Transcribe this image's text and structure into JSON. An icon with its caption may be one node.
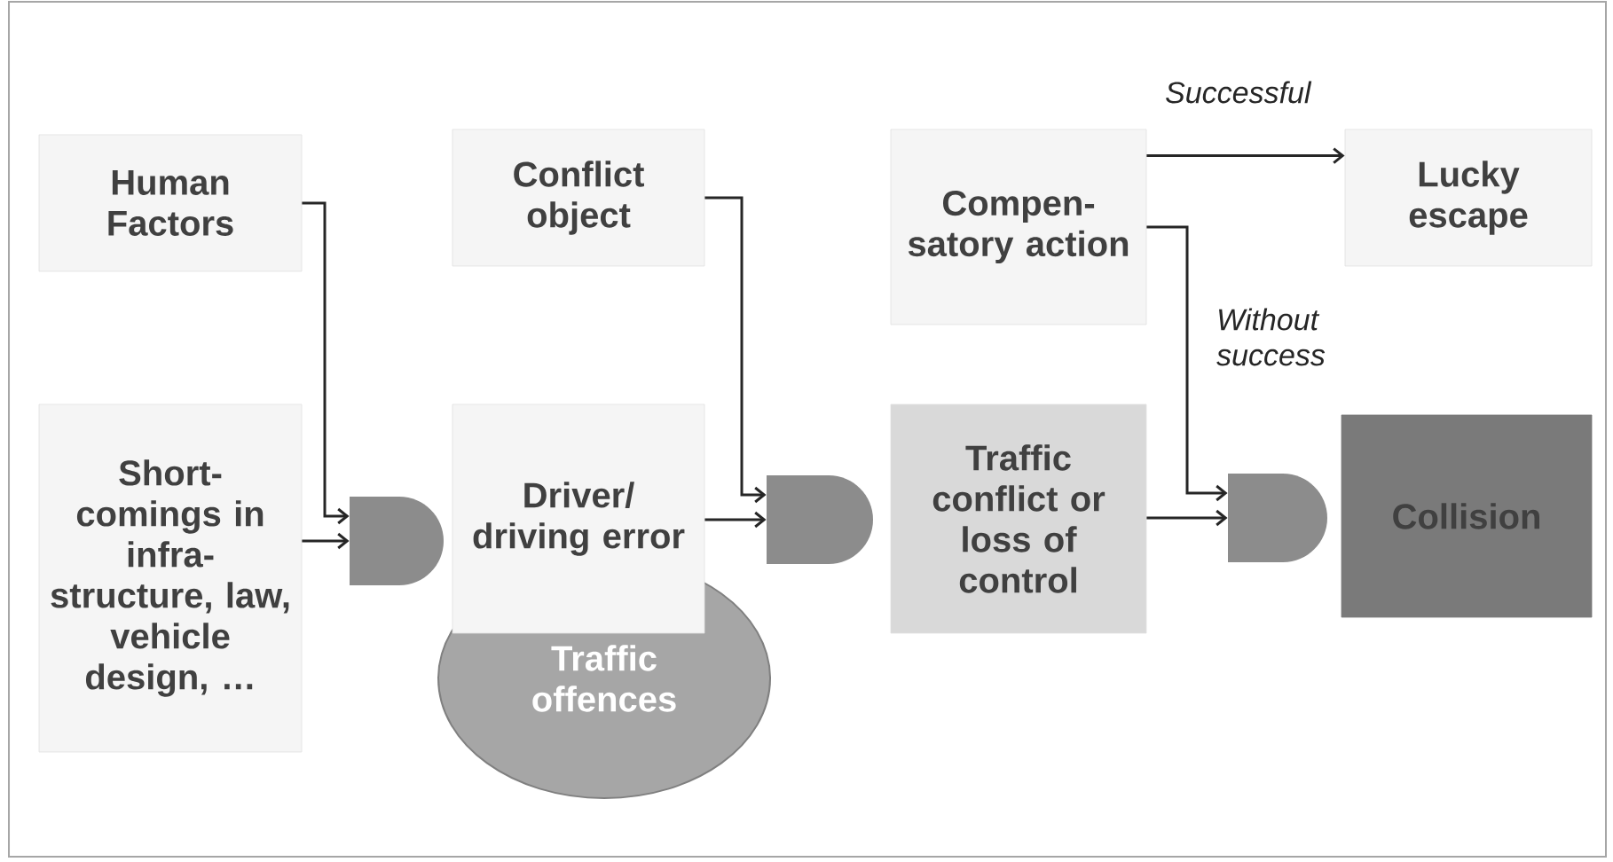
{
  "diagram": {
    "nodes": [
      {
        "text": [
          "Human Factors"
        ]
      },
      {
        "text": [
          "Conflict object"
        ]
      },
      {
        "text": [
          "Compen- satory action"
        ]
      },
      {
        "text": [
          "Lucky escape"
        ]
      },
      {
        "text": [
          "Short- comings in infra- structure, law, vehicle design, …"
        ]
      },
      {
        "text": [],
        "shape": "gate"
      },
      {
        "text": [
          "Driver/ driving error"
        ]
      },
      {
        "text": [
          "Traffic offences"
        ]
      },
      {
        "text": [],
        "shape": "gate"
      },
      {
        "text": [
          "Traffic conflict or loss of control"
        ]
      },
      {
        "text": [],
        "shape": "gate"
      },
      {
        "text": [
          "Collision"
        ]
      }
    ],
    "edges": [
      {
        "from": 0,
        "to": 5,
        "arrow": "to"
      },
      {
        "from": 4,
        "to": 5,
        "arrow": "to"
      },
      {
        "from": 1,
        "to": 8,
        "arrow": "to"
      },
      {
        "from": 6,
        "to": 8,
        "arrow": "to"
      },
      {
        "from": 2,
        "to": 3,
        "arrow": "to",
        "label": "Successful"
      },
      {
        "from": 2,
        "to": 10,
        "arrow": "to",
        "label": "Without success"
      },
      {
        "from": 9,
        "to": 10,
        "arrow": "to"
      }
    ]
  }
}
